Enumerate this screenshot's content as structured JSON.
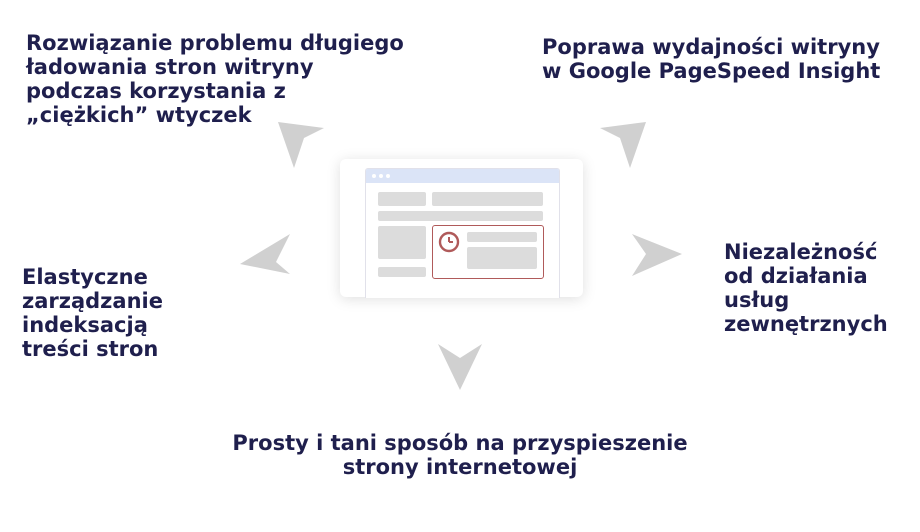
{
  "benefits": {
    "top_left": [
      "Rozwiązanie problemu długiego",
      "ładowania stron witryny",
      "podczas korzystania z",
      "„ciężkich” wtyczek"
    ],
    "top_right": [
      "Poprawa wydajności witryny",
      "w Google PageSpeed Insight"
    ],
    "left": [
      "Elastyczne",
      "zarządzanie",
      "indeksacją",
      "treści stron"
    ],
    "right": [
      "Niezależność",
      "od działania",
      "usług",
      "zewnętrznych"
    ],
    "bottom": [
      "Prosty i tani sposób na przyspieszenie",
      "strony internetowej"
    ]
  },
  "colors": {
    "text": "#1f1f4d",
    "arrow": "#d0d0d0",
    "window_bar": "#dbe4f7",
    "block": "#dcdcdc",
    "highlight": "#b05a5a"
  },
  "icons": [
    "arrow-up-left-icon",
    "arrow-up-right-icon",
    "arrow-left-icon",
    "arrow-right-icon",
    "arrow-down-icon",
    "clock-icon"
  ]
}
